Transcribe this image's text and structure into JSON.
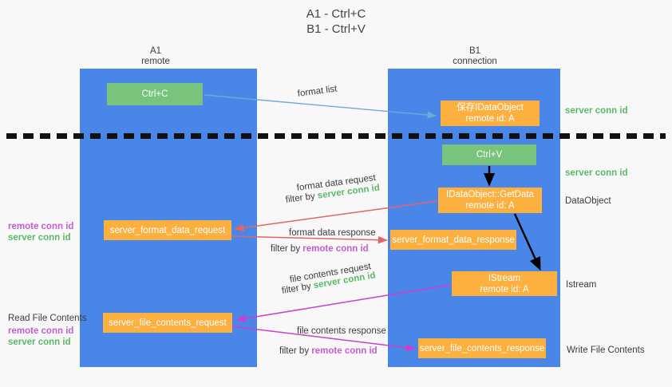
{
  "title": {
    "line1": "A1 - Ctrl+C",
    "line2": "B1 - Ctrl+V"
  },
  "columns": {
    "left": {
      "name": "A1",
      "role": "remote"
    },
    "right": {
      "name": "B1",
      "role": "connection"
    }
  },
  "colors": {
    "lane": "#4a86e8",
    "green_node": "#78c47c",
    "orange_node": "#fbb040",
    "server_conn_id": "#5bb868",
    "remote_conn_id": "#c25fce",
    "blue_arrow": "#6fa8dc",
    "red_arrow": "#e06666",
    "magenta_arrow": "#cc3fcc",
    "black_arrow": "#000000",
    "background": "#f8f8f8",
    "text": "#3c3c3c"
  },
  "nodes": {
    "ctrl_c": {
      "label": "Ctrl+C",
      "kind": "green"
    },
    "save_idataobject": {
      "line1": "保存IDataObject",
      "line2": "remote id: A",
      "kind": "orange"
    },
    "ctrl_v": {
      "label": "Ctrl+V",
      "kind": "green"
    },
    "getdata": {
      "line1": "IDataObject::GetData",
      "line2": "remote id: A",
      "kind": "orange"
    },
    "server_format_data_request": {
      "label": "server_format_data_request",
      "kind": "orange"
    },
    "server_format_data_response": {
      "label": "server_format_data_response",
      "kind": "orange"
    },
    "istream": {
      "line1": "IStream",
      "line2": "remote id: A",
      "kind": "orange"
    },
    "server_file_contents_request": {
      "label": "server_file_contents_request",
      "kind": "orange"
    },
    "server_file_contents_response": {
      "label": "server_file_contents_response",
      "kind": "orange"
    }
  },
  "annotations": {
    "format_list": "format list",
    "server_conn_id": "server conn id",
    "remote_conn_id": "remote conn id",
    "dataobject": "DataObject",
    "istream_label": "Istream",
    "write_file_contents": "Write File Contents",
    "read_file_contents": "Read File Contents",
    "format_data_request": "format data request",
    "format_data_response": "format data response",
    "file_contents_request": "file contents request",
    "file_contents_response": "file contents response",
    "filter_by": "filter by"
  }
}
